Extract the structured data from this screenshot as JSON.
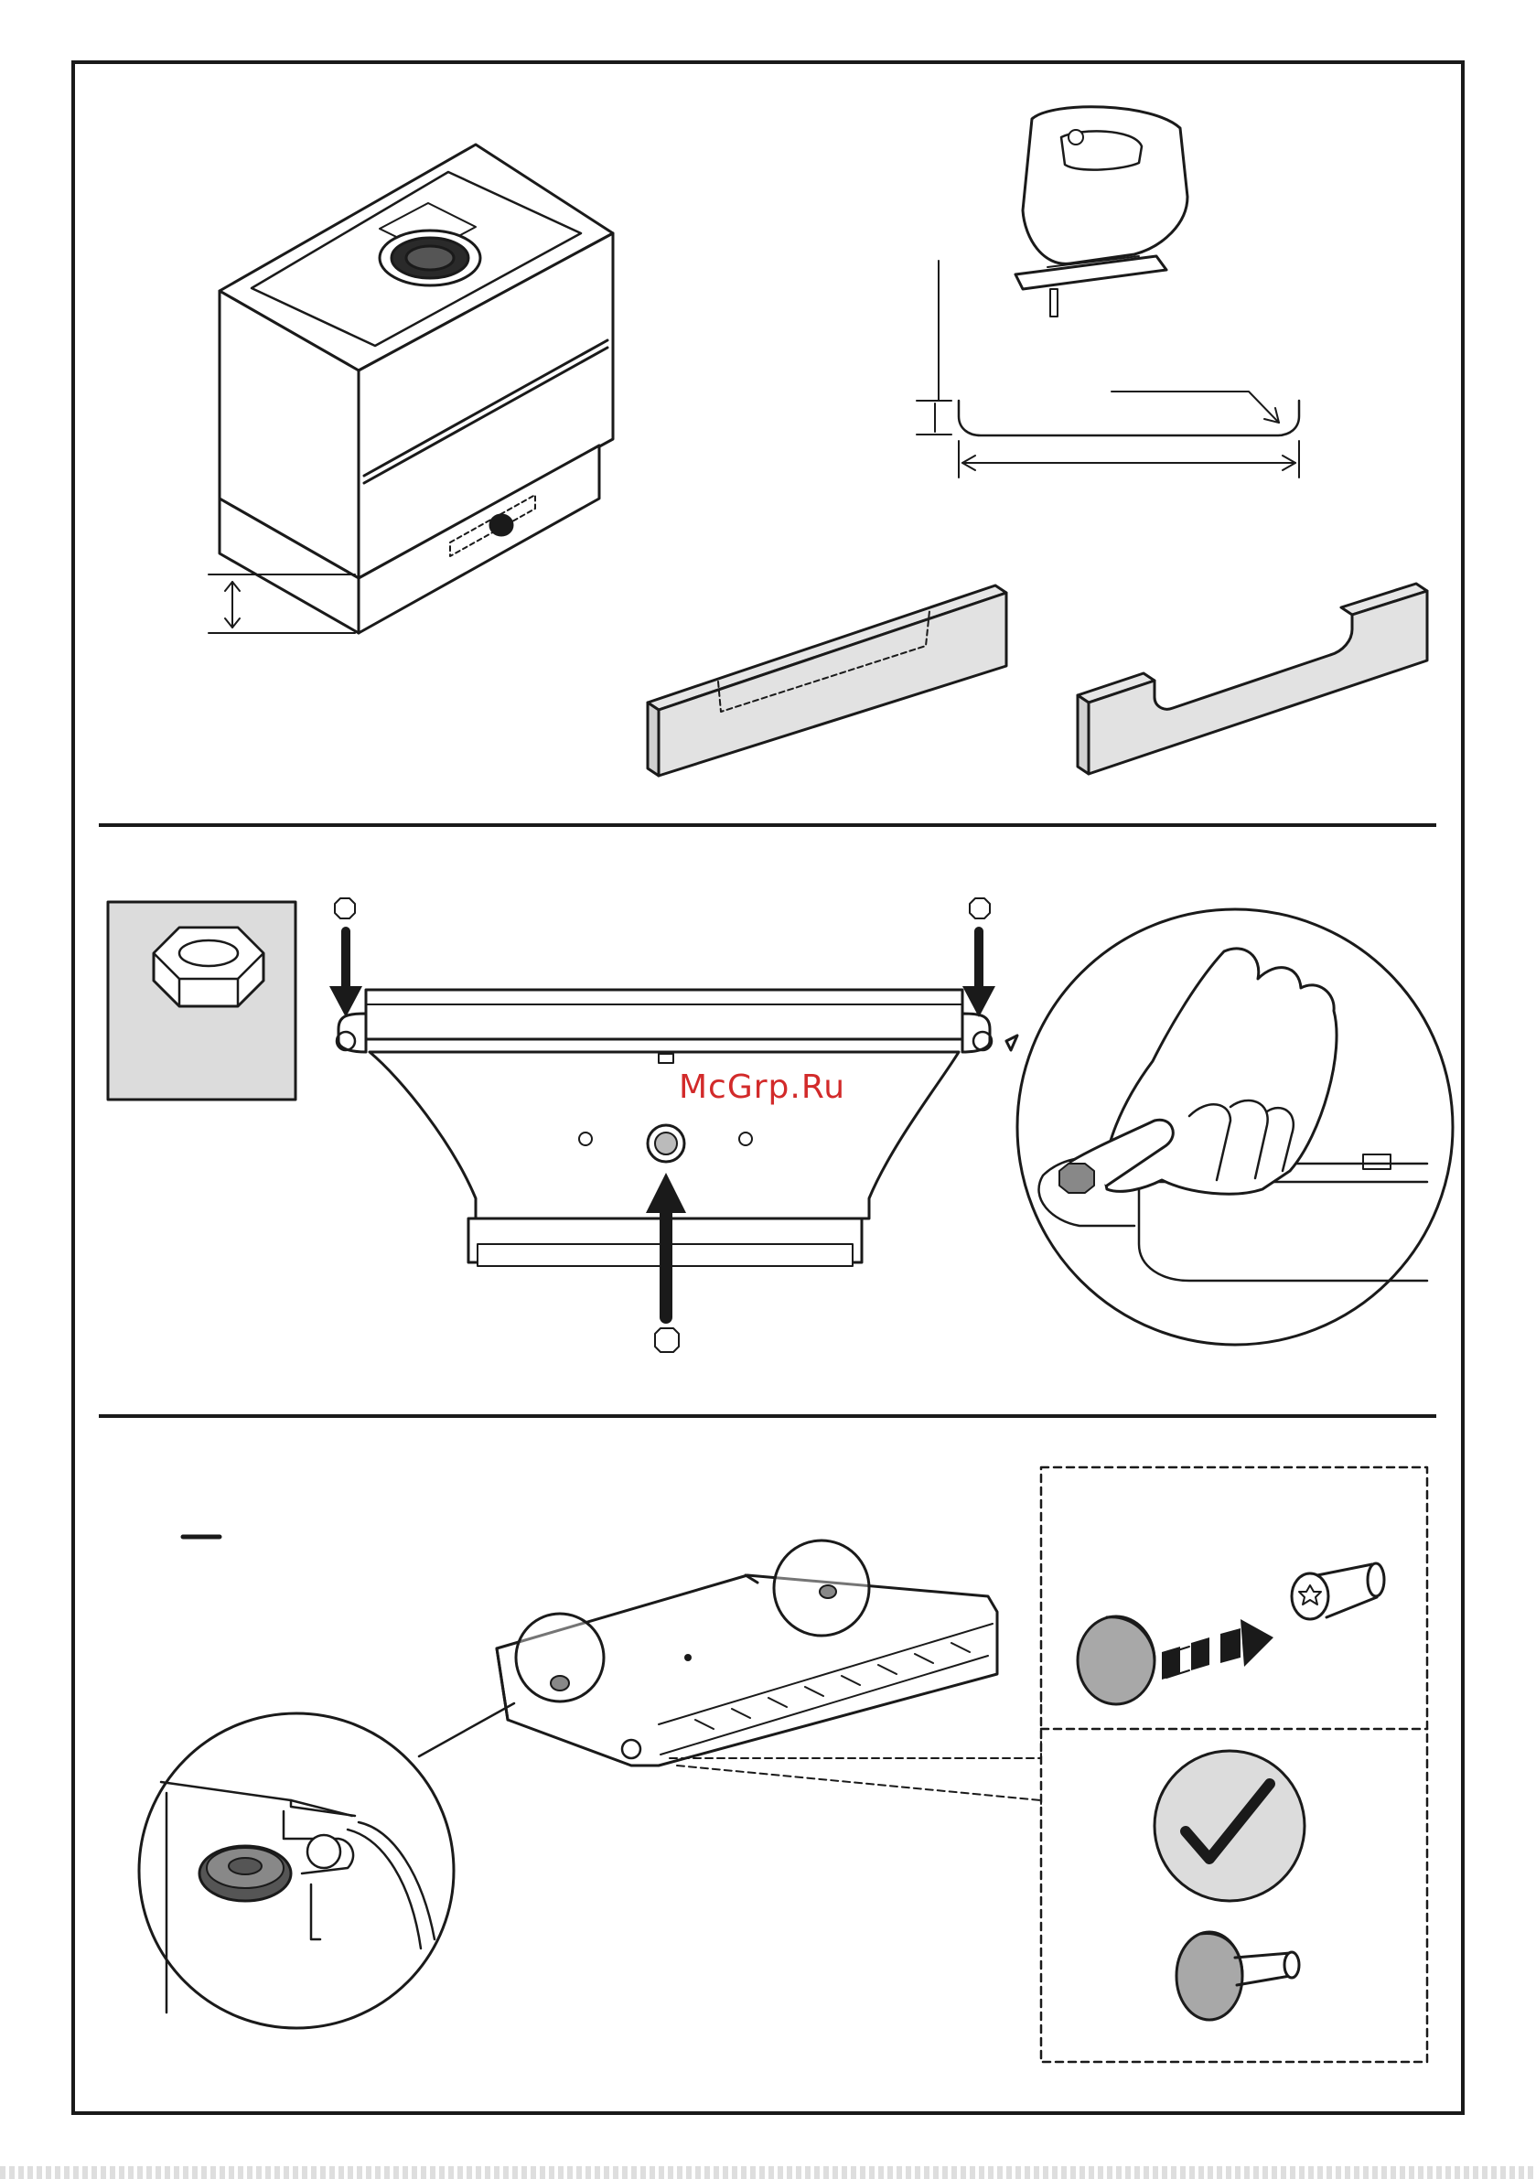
{
  "watermark": {
    "text": "McGrp.Ru"
  },
  "colors": {
    "ink": "#1a1a1a",
    "panel": "#dcdcdc",
    "cap": "#a8a8a8",
    "watermark": "#d22a2a"
  },
  "panels": [
    {
      "id": "panel-1",
      "contents": [
        "cabinet-icon",
        "jigsaw-icon",
        "cut-plinth-icon",
        "notched-plinth-icon"
      ]
    },
    {
      "id": "panel-2",
      "contents": [
        "hex-nut-icon",
        "duct-bracket-icon",
        "hand-press-icon"
      ]
    },
    {
      "id": "panel-3",
      "contents": [
        "filter-module-icon",
        "cap-icon",
        "screw-icon",
        "checkmark-icon"
      ]
    }
  ]
}
